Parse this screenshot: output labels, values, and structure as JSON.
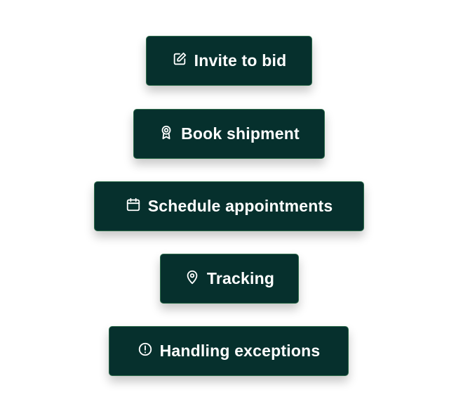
{
  "buttons": [
    {
      "label": "Invite to bid",
      "icon": "edit-icon"
    },
    {
      "label": "Book shipment",
      "icon": "award-icon"
    },
    {
      "label": "Schedule appointments",
      "icon": "calendar-icon"
    },
    {
      "label": "Tracking",
      "icon": "map-pin-icon"
    },
    {
      "label": "Handling exceptions",
      "icon": "alert-circle-icon"
    }
  ],
  "colors": {
    "button_bg": "#06302d",
    "button_text": "#ffffff"
  }
}
